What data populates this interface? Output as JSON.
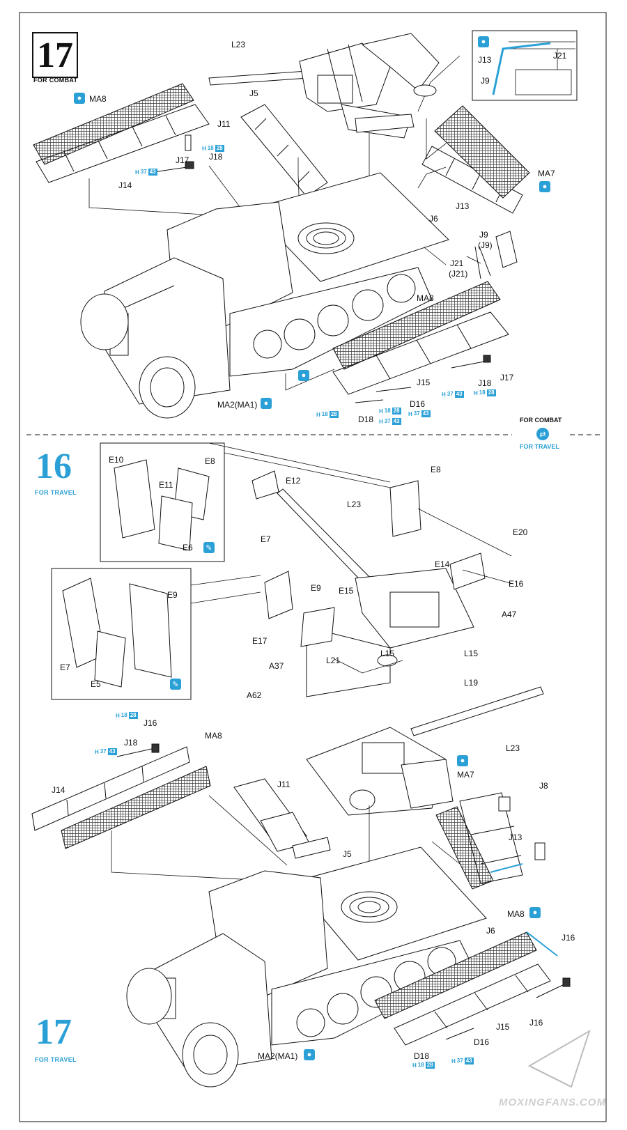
{
  "top_section": {
    "step_number": "17",
    "step_caption": "FOR COMBAT",
    "part_labels": {
      "L23": "L23",
      "J5": "J5",
      "J11": "J11",
      "MA8_left": "MA8",
      "J17": "J17",
      "J18": "J18",
      "J14": "J14",
      "J6": "J6",
      "J13": "J13",
      "MA7": "MA7",
      "J9": "J9",
      "J9_alt": "(J9)",
      "J21": "J21",
      "J21_alt": "(J21)",
      "MA8_right": "MA8",
      "J15": "J15",
      "J18_right": "J18",
      "J17_right": "J17",
      "D16": "D16",
      "D18": "D18",
      "MA2": "MA2(MA1)",
      "inset_J13": "J13",
      "inset_J21": "J21",
      "inset_J9": "J9"
    },
    "paint_codes": {
      "p1": {
        "h": "H",
        "a": "18",
        "b": "28"
      },
      "p2": {
        "h": "H",
        "a": "37",
        "b": "43"
      },
      "p3": {
        "h": "H",
        "a": "37",
        "b": "43"
      },
      "p4": {
        "h": "H",
        "a": "18",
        "b": "28"
      },
      "p5": {
        "h": "H",
        "a": "18",
        "b": "28"
      },
      "p6": {
        "h": "H",
        "a": "18",
        "b": "28"
      },
      "p7": {
        "h": "H",
        "a": "37",
        "b": "43"
      },
      "p8": {
        "h": "H",
        "a": "37",
        "b": "43"
      }
    }
  },
  "switch": {
    "for_combat": "FOR COMBAT",
    "for_travel": "FOR TRAVEL"
  },
  "middle_section": {
    "step_number": "16",
    "step_caption": "FOR TRAVEL",
    "part_labels": {
      "E10": "E10",
      "E11": "E11",
      "E8_inset": "E8",
      "E6": "E6",
      "E12": "E12",
      "L23": "L23",
      "E8": "E8",
      "E20": "E20",
      "E14": "E14",
      "E16": "E16",
      "E7": "E7",
      "E9": "E9",
      "E15": "E15",
      "A47": "A47",
      "E17": "E17",
      "L21": "L21",
      "L15": "L15",
      "L15_b": "L15",
      "A37": "A37",
      "L19": "L19",
      "A62": "A62",
      "inset_E9": "E9",
      "inset_E7": "E7",
      "inset_E5": "E5"
    }
  },
  "bottom_section": {
    "step_number": "17",
    "step_caption": "FOR TRAVEL",
    "part_labels": {
      "J16": "J16",
      "MA8": "MA8",
      "J18": "J18",
      "J14": "J14",
      "J11": "J11",
      "L23": "L23",
      "MA7": "MA7",
      "J8": "J8",
      "J13": "J13",
      "J5": "J5",
      "J6": "J6",
      "MA8_right": "MA8",
      "J16_right": "J16",
      "J15": "J15",
      "J16_b": "J16",
      "D18": "D18",
      "D16": "D16",
      "MA2": "MA2(MA1)"
    },
    "paint_codes": {
      "p1": {
        "h": "H",
        "a": "18",
        "b": "28"
      },
      "p2": {
        "h": "H",
        "a": "37",
        "b": "43"
      },
      "p3": {
        "h": "H",
        "a": "18",
        "b": "28"
      },
      "p4": {
        "h": "H",
        "a": "37",
        "b": "43"
      }
    }
  },
  "watermark": "MOXINGFANS.COM",
  "colors": {
    "accent": "#2aa0d6",
    "ink": "#111111",
    "mesh": "#3a3a3a"
  }
}
